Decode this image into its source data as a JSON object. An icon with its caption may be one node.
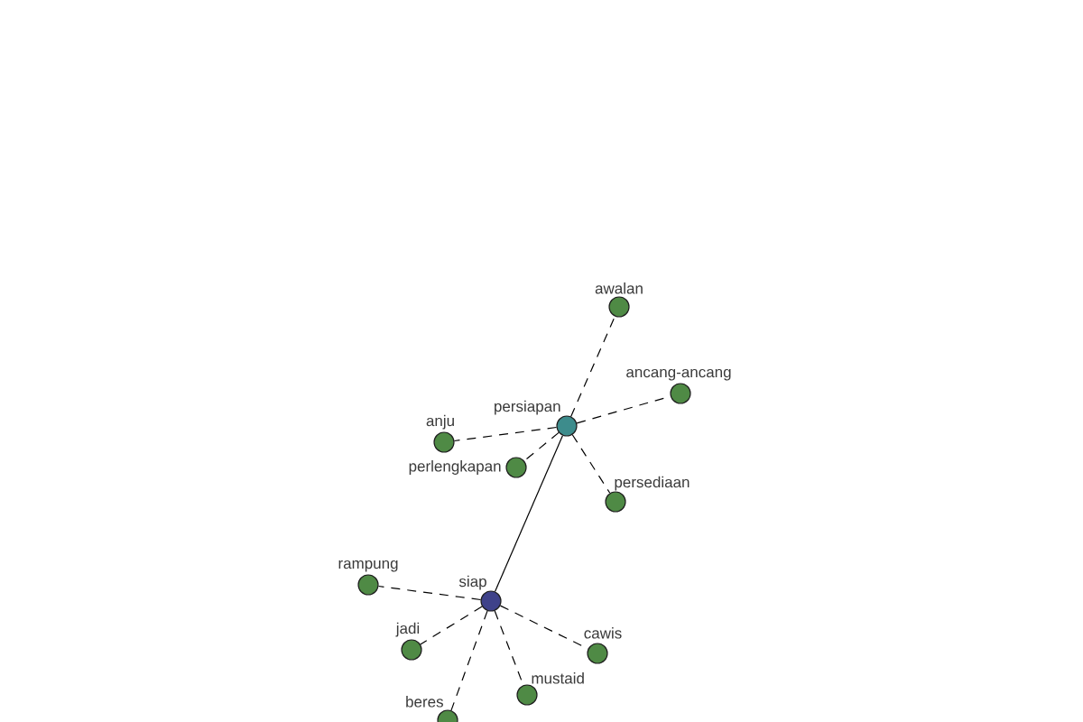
{
  "diagram": {
    "nodes": [
      {
        "text": [
          "awalan"
        ]
      },
      {
        "text": [
          "ancang-ancang"
        ]
      },
      {
        "text": [
          "persiapan"
        ]
      },
      {
        "text": [
          "anju"
        ]
      },
      {
        "text": [
          "perlengkapan"
        ]
      },
      {
        "text": [
          "persediaan"
        ]
      },
      {
        "text": [
          "rampung"
        ]
      },
      {
        "text": [
          "siap"
        ]
      },
      {
        "text": [
          "jadi"
        ]
      },
      {
        "text": [
          "cawis"
        ]
      },
      {
        "text": [
          "mustaid"
        ]
      },
      {
        "text": [
          "beres"
        ]
      }
    ],
    "edges": [
      {
        "from": 2,
        "to": 7,
        "arrow": "none"
      },
      {
        "from": 2,
        "to": 0,
        "arrow": "none",
        "style": "dashed"
      },
      {
        "from": 2,
        "to": 1,
        "arrow": "none",
        "style": "dashed"
      },
      {
        "from": 2,
        "to": 3,
        "arrow": "none",
        "style": "dashed"
      },
      {
        "from": 2,
        "to": 4,
        "arrow": "none",
        "style": "dashed"
      },
      {
        "from": 2,
        "to": 5,
        "arrow": "none",
        "style": "dashed"
      },
      {
        "from": 7,
        "to": 6,
        "arrow": "none",
        "style": "dashed"
      },
      {
        "from": 7,
        "to": 8,
        "arrow": "none",
        "style": "dashed"
      },
      {
        "from": 7,
        "to": 9,
        "arrow": "none",
        "style": "dashed"
      },
      {
        "from": 7,
        "to": 10,
        "arrow": "none",
        "style": "dashed"
      },
      {
        "from": 7,
        "to": 11,
        "arrow": "none",
        "style": "dashed"
      }
    ]
  }
}
